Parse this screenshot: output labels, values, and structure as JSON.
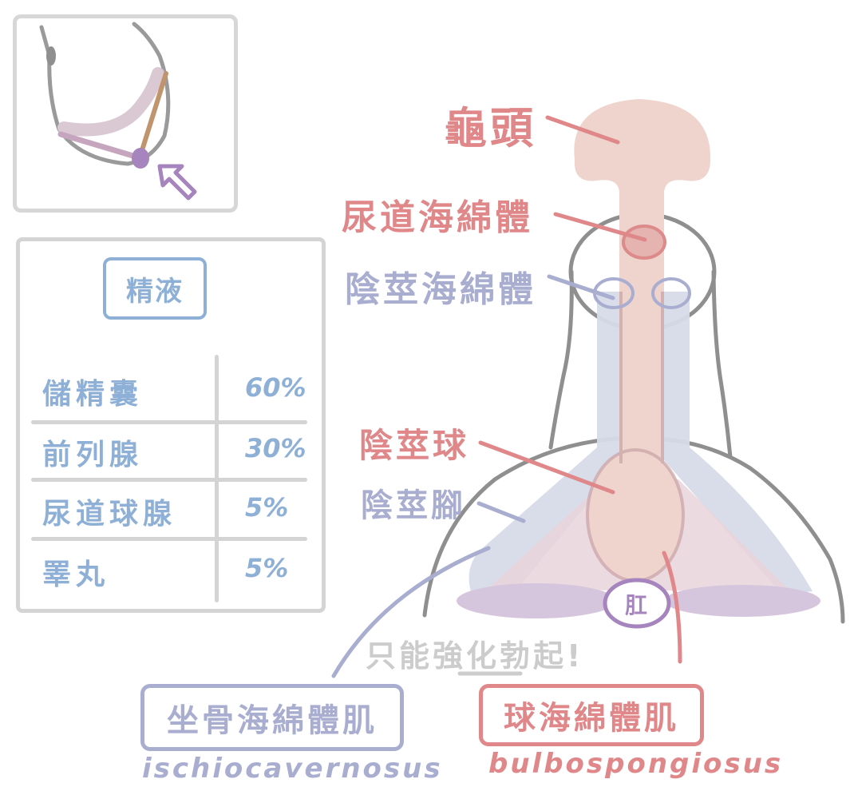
{
  "inset": {
    "description": "sagittal pelvic sketch with arrow pointing at the perineal region",
    "icons": [
      "pelvis-outline",
      "pointer-arrow-icon"
    ]
  },
  "semen_table": {
    "title": "精液",
    "rows": [
      {
        "source": "儲精囊",
        "percent": "60%"
      },
      {
        "source": "前列腺",
        "percent": "30%"
      },
      {
        "source": "尿道球腺",
        "percent": "5%"
      },
      {
        "source": "睪丸",
        "percent": "5%"
      }
    ]
  },
  "labels": {
    "glans": "龜頭",
    "corpus_spongiosum": "尿道海綿體",
    "corpus_cavernosum": "陰莖海綿體",
    "bulb": "陰莖球",
    "crus": "陰莖腳",
    "anus_symbol": "肛",
    "note": "只能強化勃起!"
  },
  "muscles": {
    "ischiocavernosus": {
      "zh": "坐骨海綿體肌",
      "latin": "ischiocavernosus"
    },
    "bulbospongiosus": {
      "zh": "球海綿體肌",
      "latin": "bulbospongiosus"
    }
  },
  "colors": {
    "pink_label": "#e0878a",
    "lavender_label": "#a9aed0",
    "table_blue": "#8fb0d6",
    "outline_gray": "#8f8f8f",
    "box_gray": "#d4d4d4",
    "glans_fill": "#efd3cd",
    "crura_fill": "#d7dbe8",
    "perineum_fill": "#d6c6dd",
    "anus_purple": "#a684bd",
    "note_gray": "#cccccc"
  }
}
